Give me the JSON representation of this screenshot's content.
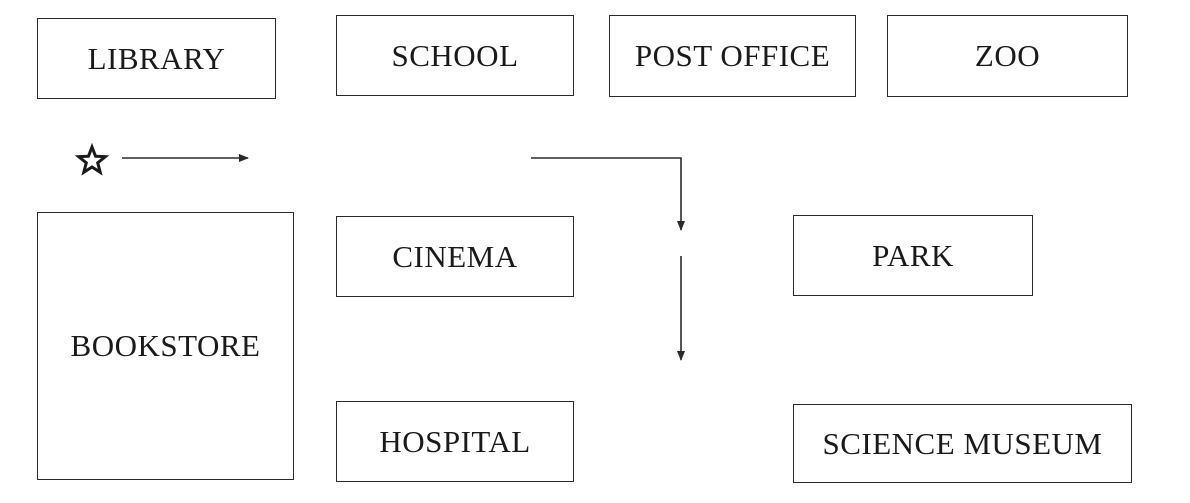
{
  "map": {
    "buildings": {
      "library": "LIBRARY",
      "school": "SCHOOL",
      "post_office": "POST OFFICE",
      "zoo": "ZOO",
      "bookstore": "BOOKSTORE",
      "cinema": "CINEMA",
      "park": "PARK",
      "hospital": "HOSPITAL",
      "science_museum": "SCIENCE MUSEUM"
    },
    "start_marker_icon": "star-icon",
    "line_color": "#2a2a2a"
  }
}
